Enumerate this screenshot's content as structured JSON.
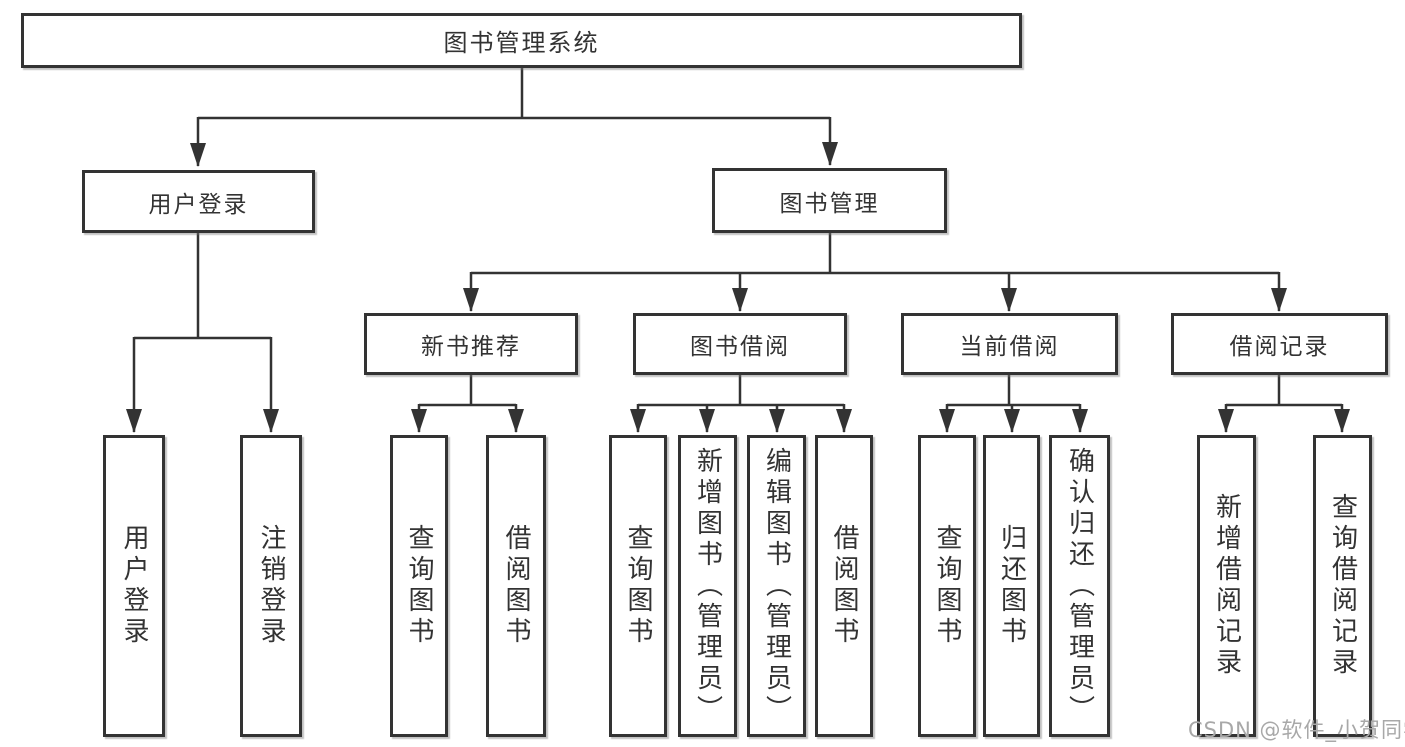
{
  "diagram": {
    "root": {
      "label": "图书管理系统"
    },
    "branches": [
      {
        "label": "用户登录",
        "children": [
          {
            "label": "用户登录"
          },
          {
            "label": "注销登录"
          }
        ]
      },
      {
        "label": "图书管理",
        "children": [
          {
            "label": "新书推荐",
            "children": [
              {
                "label": "查询图书"
              },
              {
                "label": "借阅图书"
              }
            ]
          },
          {
            "label": "图书借阅",
            "children": [
              {
                "label": "查询图书"
              },
              {
                "label": "新增图书（管理员）"
              },
              {
                "label": "编辑图书（管理员）"
              },
              {
                "label": "借阅图书"
              }
            ]
          },
          {
            "label": "当前借阅",
            "children": [
              {
                "label": "查询图书"
              },
              {
                "label": "归还图书"
              },
              {
                "label": "确认归还（管理员）"
              }
            ]
          },
          {
            "label": "借阅记录",
            "children": [
              {
                "label": "新增借阅记录"
              },
              {
                "label": "查询借阅记录"
              }
            ]
          }
        ]
      }
    ]
  },
  "watermark": {
    "text": "CSDN @软件_小贺同学"
  },
  "colors": {
    "line": "#333333",
    "border": "#333333",
    "text": "#333333",
    "background": "#ffffff",
    "watermark": "#a8a8a8"
  }
}
